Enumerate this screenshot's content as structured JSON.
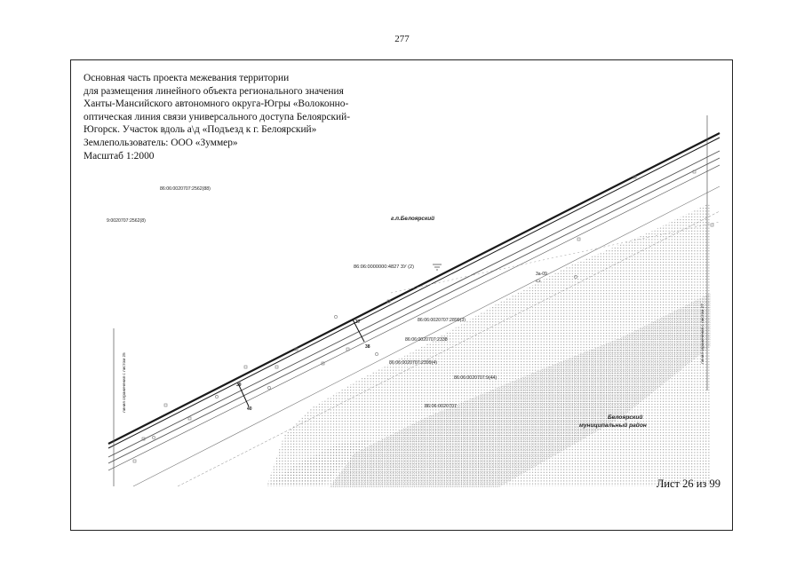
{
  "page_number": "277",
  "title_block": {
    "lines": [
      "Основная часть проекта межевания территории",
      "для размещения линейного объекта  регионального значения",
      "Ханты-Мансийского автономного округа-Югры «Волоконно-",
      "оптическая линия связи универсального доступа Белоярский-",
      "Югорск. Участок вдоль а\\д «Подъезд к г. Белоярский»",
      "Землепользователь: ООО «Зуммер»",
      "Масштаб 1:2000"
    ]
  },
  "sheet_label": "Лист 26 из 99",
  "map": {
    "settlement_label": "г.п.Белоярский",
    "district_label_line1": "Белоярский",
    "district_label_line2": "муниципальный район",
    "parcels": [
      "86:06:0020707:2562(88)",
      "9:0020707:2562(8)",
      "86:06:0000000:4827 3У (2)",
      "86:06:0020707:2899(3)",
      "86:06:0020707:2338",
      "86:06:0020707:2399(4)",
      "86:06:0020707:9(44)",
      "86:06:0020707"
    ],
    "boundary_left_label": "линия ограничения с листом 25",
    "boundary_right_label": "линия ограничения с листом 27",
    "markers": [
      "37",
      "38",
      "39",
      "40"
    ],
    "small_labels": [
      "3а-09",
      "Cz"
    ]
  },
  "colors": {
    "frame": "#222222",
    "road_heavy": "#1a1a1a",
    "road_line": "#555555",
    "stipple": "#6f6f6f"
  }
}
